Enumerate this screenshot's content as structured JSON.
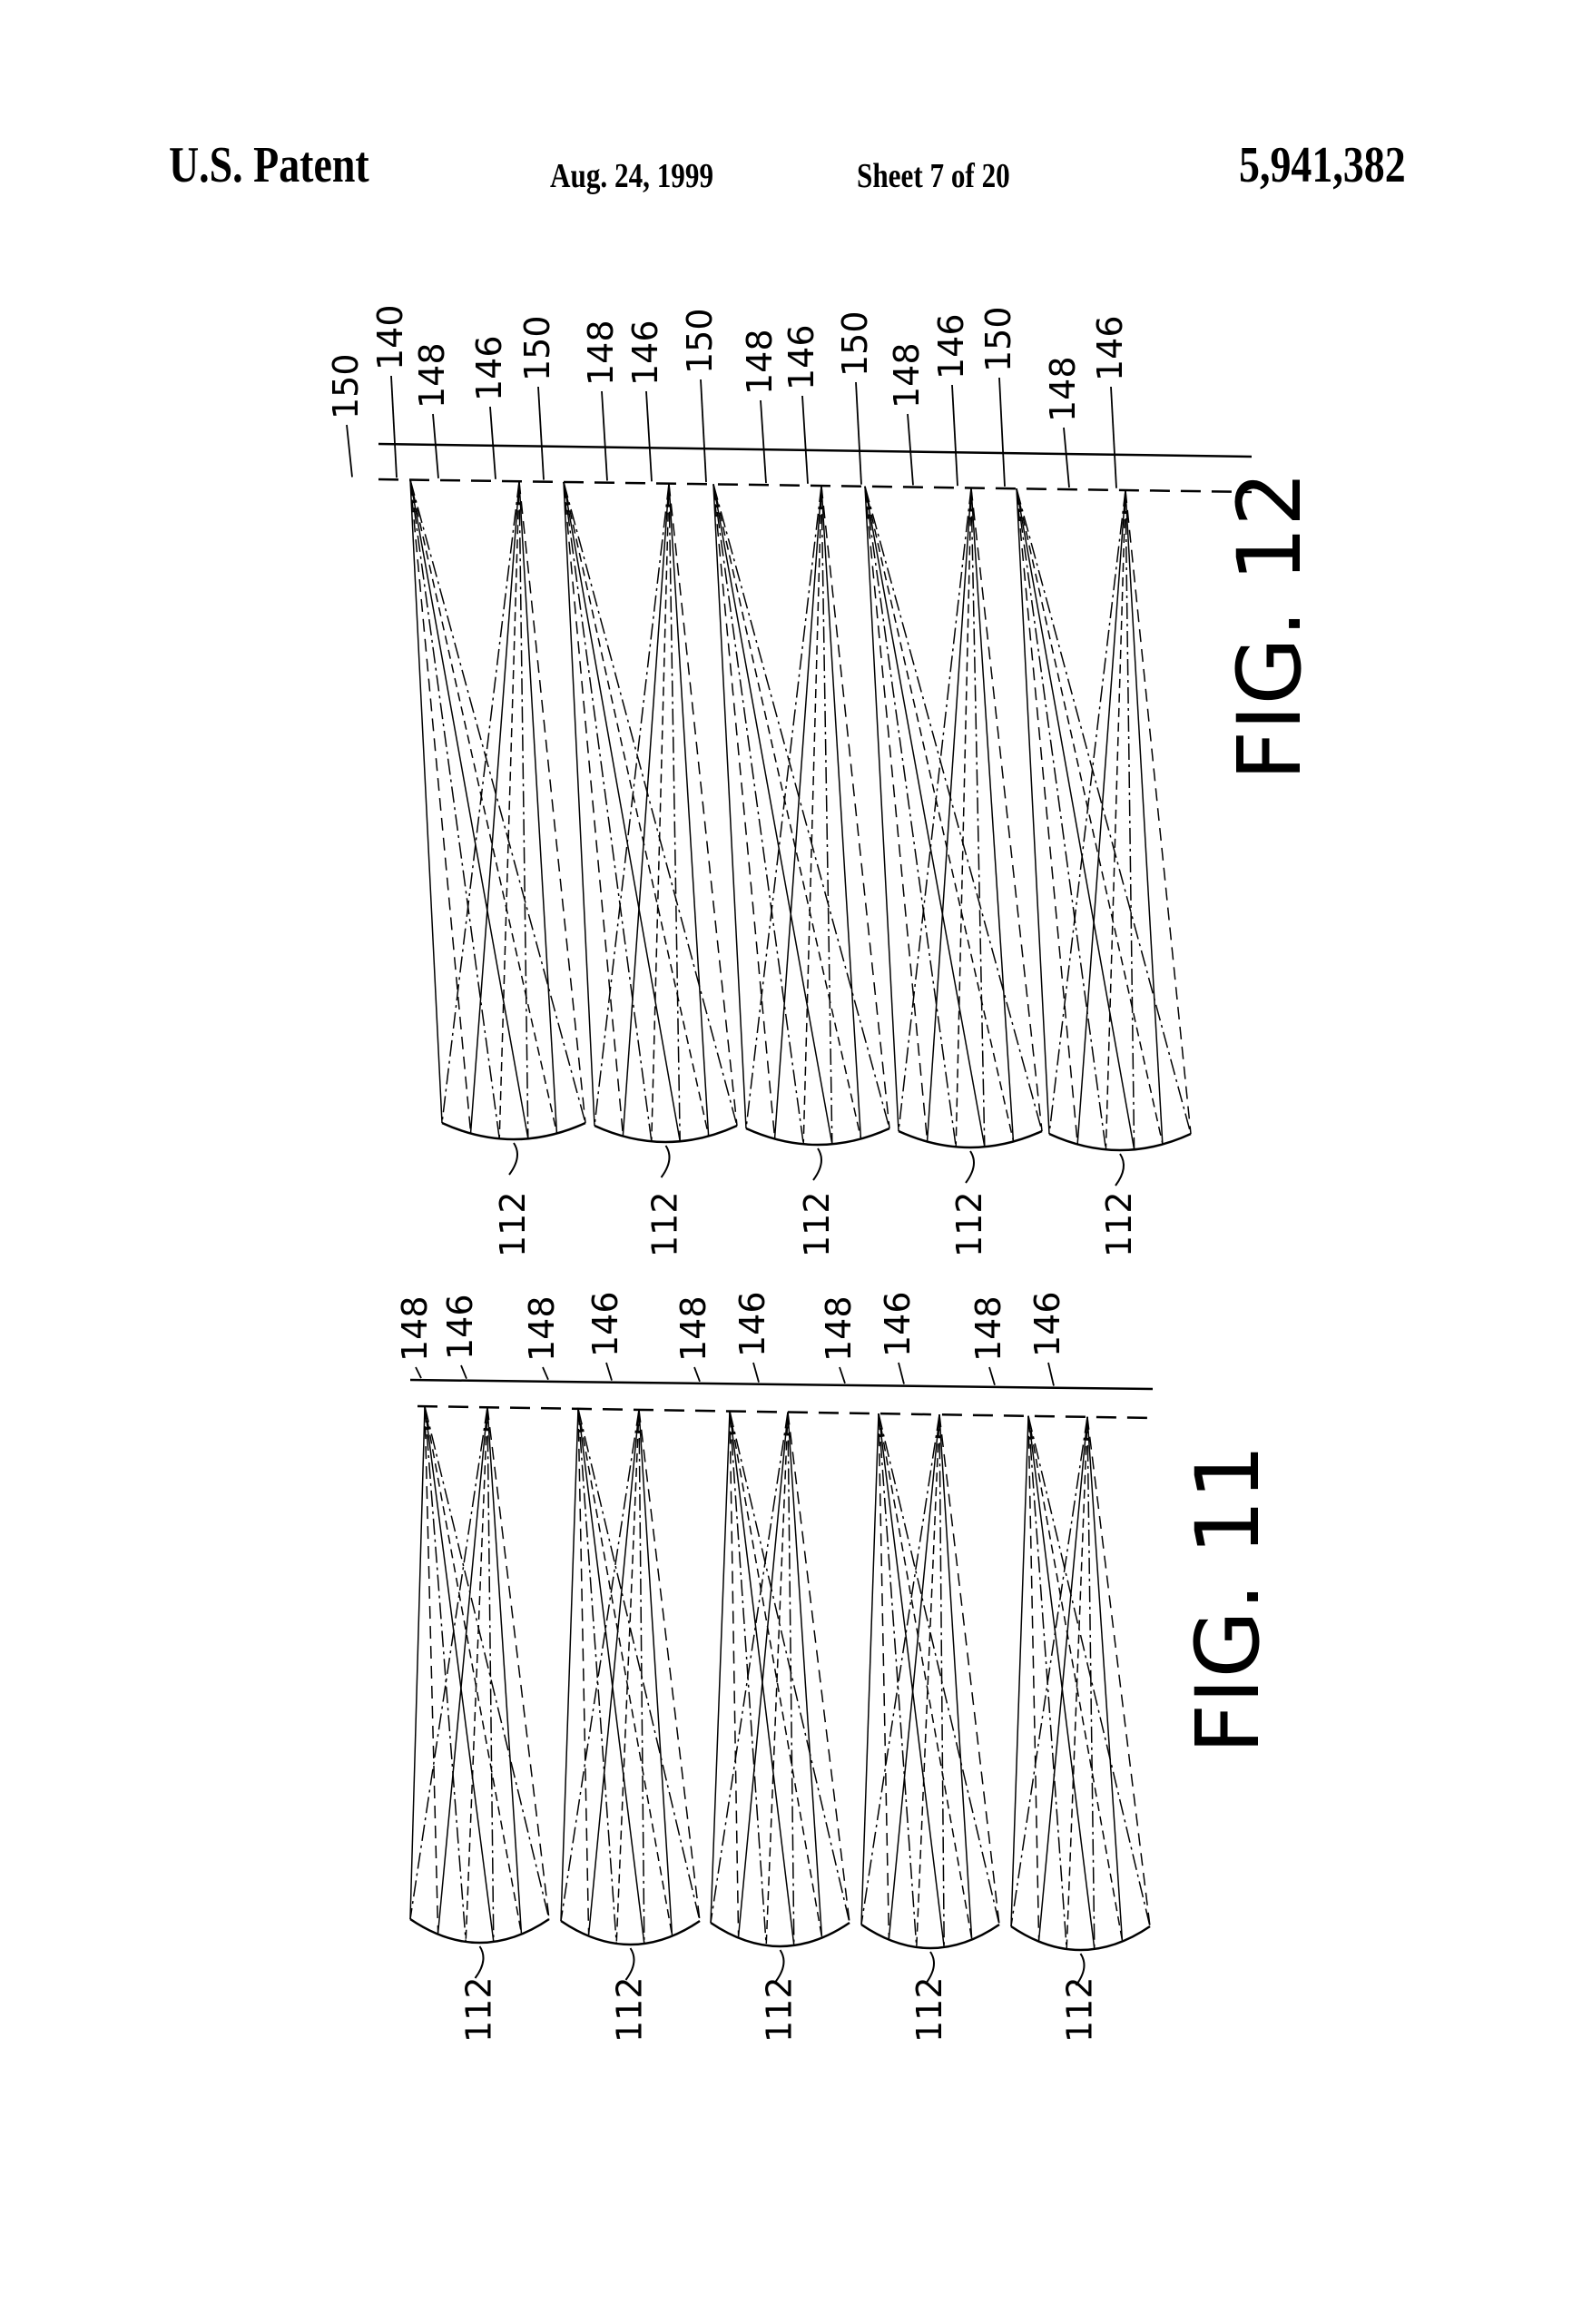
{
  "header": {
    "left": "U.S. Patent",
    "date": "Aug. 24, 1999",
    "sheet": "Sheet 7 of 20",
    "number": "5,941,382"
  },
  "fig12": {
    "title": "FIG. 12",
    "top_labels": [
      "150",
      "140",
      "148",
      "146",
      "150",
      "148",
      "146",
      "150",
      "148",
      "146",
      "150",
      "148",
      "146",
      "150",
      "148",
      "146"
    ],
    "lens_labels": [
      "112",
      "112",
      "112",
      "112",
      "112"
    ]
  },
  "fig11": {
    "title": "FIG. 11",
    "top_labels": [
      "148",
      "146",
      "148",
      "146",
      "148",
      "146",
      "148",
      "146",
      "148",
      "146"
    ],
    "lens_labels": [
      "112",
      "112",
      "112",
      "112",
      "112"
    ]
  },
  "colors": {
    "ink": "#000000",
    "paper": "#ffffff"
  }
}
